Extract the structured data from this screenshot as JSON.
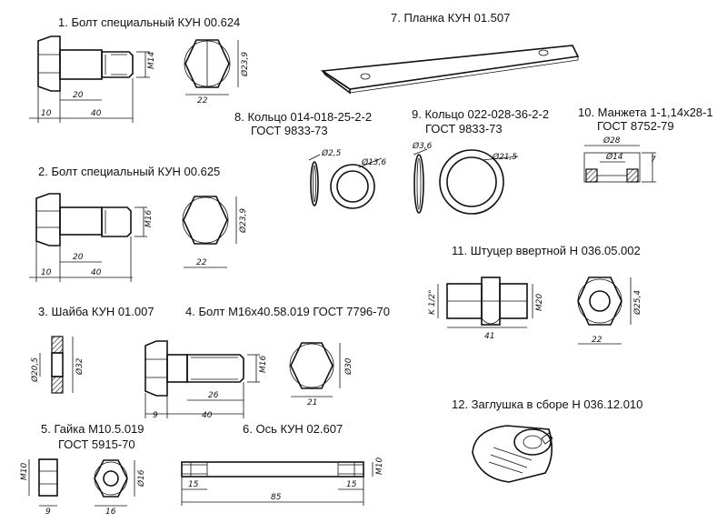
{
  "parts": [
    {
      "id": "p1",
      "caption": "1. Болт специальный КУН 00.624",
      "dims": {
        "thread": "M14",
        "across": "Ø23,9",
        "flats": "22",
        "shank": "20",
        "length": "40",
        "head": "10"
      }
    },
    {
      "id": "p2",
      "caption": "2. Болт специальный КУН 00.625",
      "dims": {
        "thread": "M16",
        "across": "Ø23,9",
        "flats": "22",
        "shank": "20",
        "length": "40",
        "head": "10"
      }
    },
    {
      "id": "p3",
      "caption": "3. Шайба КУН 01.007",
      "dims": {
        "inner": "Ø20,5",
        "outer": "Ø32"
      }
    },
    {
      "id": "p4",
      "caption": "4. Болт М16х40.58.019 ГОСТ 7796-70",
      "dims": {
        "thread": "M16",
        "across": "Ø30",
        "flats": "21",
        "shank": "26",
        "length": "40",
        "head": "9"
      }
    },
    {
      "id": "p5",
      "caption_line1": "5. Гайка М10.5.019",
      "caption_line2": "ГОСТ 5915-70",
      "dims": {
        "thread": "M10",
        "height": "9",
        "across": "Ø16",
        "flats": "16"
      }
    },
    {
      "id": "p6",
      "caption": "6. Ось КУН 02.607",
      "dims": {
        "thread": "M10",
        "left": "15",
        "right": "15",
        "length": "85"
      }
    },
    {
      "id": "p7",
      "caption": "7. Планка КУН 01.507"
    },
    {
      "id": "p8",
      "caption_line1": "8. Кольцо 014-018-25-2-2",
      "caption_line2": "ГОСТ 9833-73",
      "dims": {
        "section": "Ø2,5",
        "diameter": "Ø13,6"
      }
    },
    {
      "id": "p9",
      "caption_line1": "9. Кольцо 022-028-36-2-2",
      "caption_line2": "ГОСТ 9833-73",
      "dims": {
        "section": "Ø3,6",
        "diameter": "Ø21,5"
      }
    },
    {
      "id": "p10",
      "caption_line1": "10. Манжета 1-1,14х28-1",
      "caption_line2": "ГОСТ 8752-79",
      "dims": {
        "outer": "Ø28",
        "inner": "Ø14",
        "height": "7"
      }
    },
    {
      "id": "p11",
      "caption": "11. Штуцер ввертной Н 036.05.002",
      "dims": {
        "pipe": "K 1/2\"",
        "thread": "M20",
        "length": "41",
        "across": "Ø25,4",
        "flats": "22"
      }
    },
    {
      "id": "p12",
      "caption": "12. Заглушка в сборе Н 036.12.010"
    }
  ]
}
